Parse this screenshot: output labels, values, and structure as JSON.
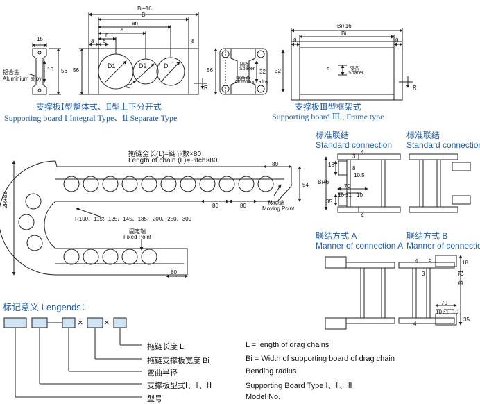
{
  "type1": {
    "dims": {
      "w": "15",
      "h_outer": "56",
      "h_inner": "10"
    },
    "material_cn": "铝合金",
    "material_en": "Aluminium alloy"
  },
  "type2": {
    "dims": {
      "bi16": "Bi+16",
      "bi": "Bi",
      "an": "an",
      "a": "a",
      "h": "h",
      "left8": "8",
      "left6": "6",
      "right8": "8",
      "height": "56",
      "c": "C",
      "r": "R"
    },
    "labels": {
      "d1": "D1",
      "d2": "D2",
      "dn": "Dn"
    }
  },
  "caption12": {
    "cn": "支撑板Ⅰ型整体式、Ⅱ型上下分开式",
    "en": "Supporting board Ⅰ Integral Type、Ⅱ Separate Type"
  },
  "type3_profile": {
    "height": "56",
    "h32": "32",
    "spacer_cn": "隔条",
    "spacer_en": "Spacer",
    "material_cn": "铝合金",
    "material_en": "Aluminium alloy"
  },
  "type3": {
    "dims": {
      "bi16": "Bi+16",
      "bi": "Bi",
      "l8": "8",
      "r8": "8",
      "h32": "32",
      "five": "5",
      "r": "R"
    },
    "spacer_cn": "隔条",
    "spacer_en": "Spacer"
  },
  "caption3": {
    "cn": "支撑板Ⅲ型框架式",
    "en": "Supporting board Ⅲ , Frame type"
  },
  "chain": {
    "length_cn": "拖链全长(L)=链节数×80",
    "length_en": "Length of chain (L)=Pitch×80",
    "radii": "R100、115、125、145、185、200、250、300",
    "fixed_cn": "固定端",
    "fixed_en": "Fixed Point",
    "moving_cn": "移动端",
    "moving_en": "Moving Point",
    "pitch1": "80",
    "pitch2": "80",
    "pitch3": "80",
    "pitch_bottom": "80",
    "h54": "54",
    "two_r": "2R+82"
  },
  "std1": {
    "title_cn": "标准联结",
    "title_en": "Standard connection",
    "dims": {
      "d18": "18",
      "d3": "3",
      "d10_5": "10.5",
      "d8": "8",
      "bi6": "Bi+6",
      "d70": "70",
      "d10": "10",
      "d31": "31",
      "d10b": "10",
      "d35": "35",
      "d4a": "4",
      "d4b": "4"
    }
  },
  "std2": {
    "title_cn": "标准联结",
    "title_en": "Standard connection"
  },
  "conn_a": {
    "title_cn": "联结方式 A",
    "title_en": "Manner of connection A"
  },
  "conn_b": {
    "title_cn": "联结方式 B",
    "title_en": "Manner of connection B",
    "dims": {
      "d4a": "4",
      "d3": "3",
      "d8": "8",
      "d18": "18",
      "d71": "Bi+71",
      "d70": "70",
      "d10": "10",
      "d31": "31",
      "d10b": "10",
      "d35": "35",
      "d4b": "4"
    }
  },
  "legend": {
    "title": "标记意义 Lengends：",
    "times1": "×",
    "times2": "×",
    "items": [
      {
        "cn": "拖链长度 L",
        "en": "L = length of drag chains"
      },
      {
        "cn": "拖链支撑板宽度 Bi",
        "en": "Bi = Width of supporting board of drag chain"
      },
      {
        "cn": "弯曲半径",
        "en": "Bending radius"
      },
      {
        "cn": "支撑板型式Ⅰ、Ⅱ、Ⅲ",
        "en": "Supporting Board Type Ⅰ、Ⅱ、Ⅲ"
      },
      {
        "cn": "型号",
        "en": "Model No."
      }
    ]
  },
  "colors": {
    "accent_blue": "#1f5fa8",
    "legend_box": "#cfe3f3",
    "line": "#222222"
  }
}
